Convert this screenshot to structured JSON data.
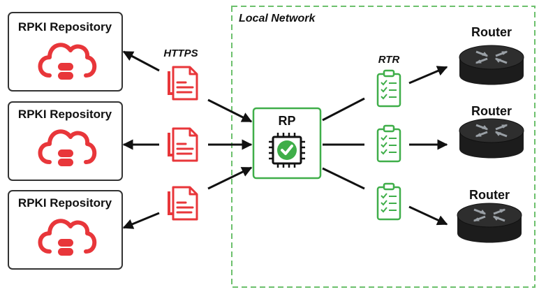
{
  "local_network": {
    "label": "Local Network"
  },
  "repositories": [
    {
      "label": "RPKI Repository"
    },
    {
      "label": "RPKI Repository"
    },
    {
      "label": "RPKI Repository"
    }
  ],
  "protocols": {
    "https": "HTTPS",
    "rtr": "RTR"
  },
  "rp": {
    "label": "RP"
  },
  "routers": [
    {
      "label": "Router"
    },
    {
      "label": "Router"
    },
    {
      "label": "Router"
    }
  ],
  "colors": {
    "accent_red": "#e8363a",
    "accent_green": "#3fae49",
    "dashed_border": "#6cc06c",
    "router_body": "#1c1c1c"
  },
  "icons": {
    "repository": "cloud-database-icon",
    "document": "document-stack-icon",
    "checklist": "clipboard-checklist-icon",
    "rp": "chip-check-icon",
    "router": "router-icon"
  }
}
